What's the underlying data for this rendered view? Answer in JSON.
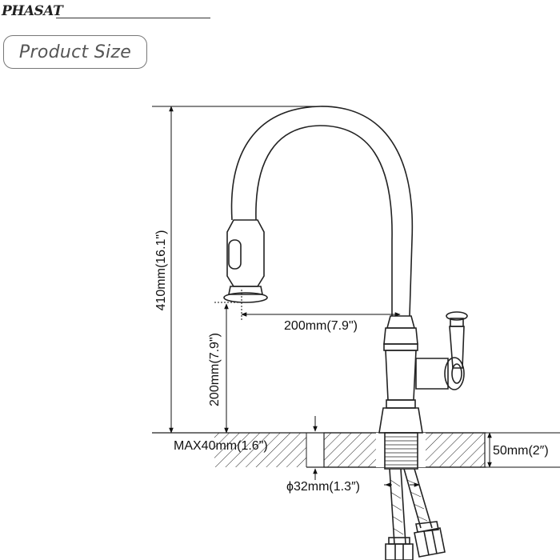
{
  "brand": {
    "logo_text": "PHASAT"
  },
  "header": {
    "title": "Product Size"
  },
  "dimensions": {
    "total_height": "410mm(16.1\")",
    "spout_height": "200mm(7.9\")",
    "spout_reach": "200mm(7.9\")",
    "max_deck_thickness": "MAX40mm(1.6\")",
    "hole_diameter": "ϕ32mm(1.3″)",
    "shank_length": "50mm(2″)"
  }
}
